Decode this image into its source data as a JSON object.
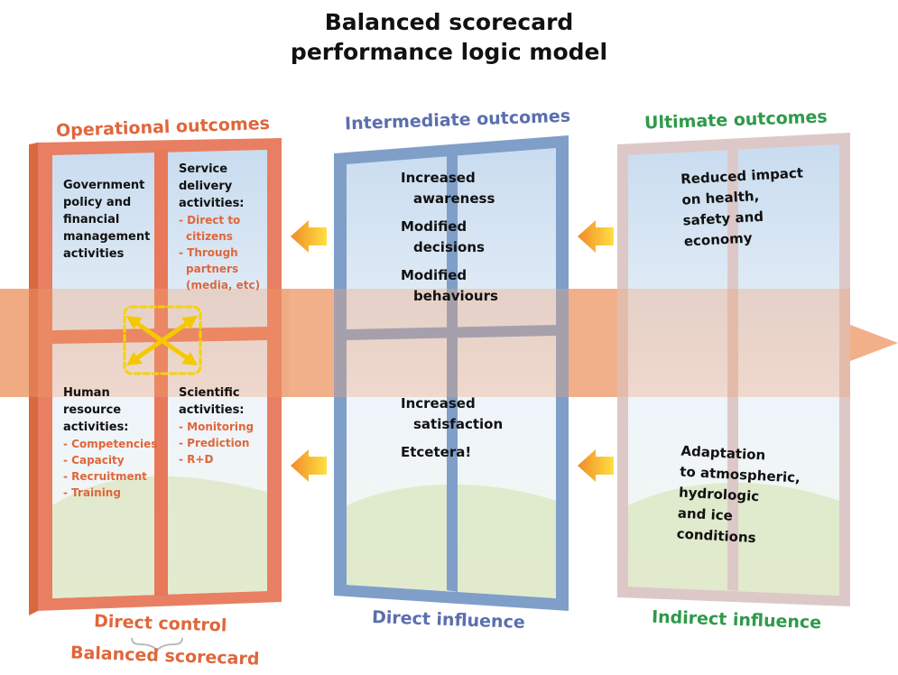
{
  "title": {
    "line1": "Balanced scorecard",
    "line2": "performance logic model"
  },
  "headers": {
    "operational": "Operational outcomes",
    "intermediate": "Intermediate outcomes",
    "ultimate": "Ultimate outcomes"
  },
  "footers": {
    "direct_control": "Direct control",
    "balanced_scorecard": "Balanced scorecard",
    "direct_influence": "Direct influence",
    "indirect_influence": "Indirect influence"
  },
  "operational": {
    "government": [
      "Government",
      "policy and",
      "financial",
      "management",
      "activities"
    ],
    "service_title": [
      "Service",
      "delivery",
      "activities:"
    ],
    "service_items": [
      "- Direct to",
      "citizens",
      "- Through",
      "partners",
      "(media, etc)"
    ],
    "human_title": [
      "Human",
      "resource",
      "activities:"
    ],
    "human_items": [
      "- Competencies",
      "- Capacity",
      "- Recruitment",
      "- Training"
    ],
    "scientific_title": [
      "Scientific",
      "activities:"
    ],
    "scientific_items": [
      "- Monitoring",
      "- Prediction",
      "- R+D"
    ]
  },
  "intermediate": {
    "top": [
      "Increased",
      "awareness",
      "Modified",
      "decisions",
      "Modified",
      "behaviours"
    ],
    "bottom": [
      "Increased",
      "satisfaction",
      "Etcetera!"
    ]
  },
  "ultimate": {
    "top": [
      "Reduced impact",
      "on health,",
      "safety and",
      "economy"
    ],
    "bottom": [
      "Adaptation",
      "to atmospheric,",
      "hydrologic",
      "and ice",
      "conditions"
    ]
  },
  "colors": {
    "operational": "#e0663b",
    "intermediate": "#5b6fae",
    "ultimate": "#2e9a4a",
    "big_arrow": "#f0a276",
    "small_arrow": "#f5b400",
    "frame_blue": "#7f9fc9",
    "frame_pink": "#ddc8c8"
  },
  "icons": [
    "big-arrow-icon",
    "small-arrow-icon",
    "four-way-arrows-icon",
    "brace-icon"
  ]
}
